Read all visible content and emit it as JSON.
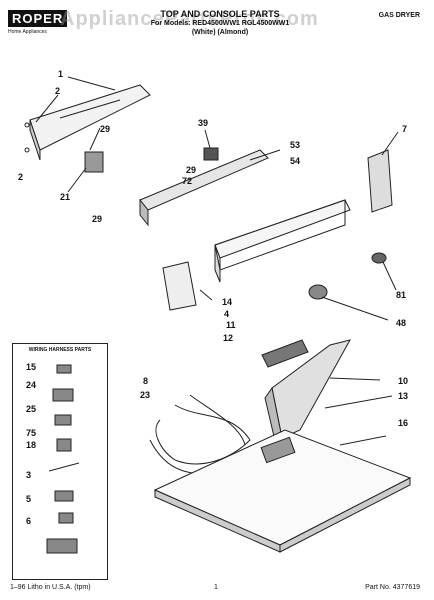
{
  "brand": {
    "logo_text": "ROPER",
    "sub_text": "Home Appliances"
  },
  "header": {
    "title": "TOP AND CONSOLE PARTS",
    "line2": "For Models: RED4500WW1 RGL4500WW1",
    "line3": "(White)      (Almond)"
  },
  "product_type": "GAS DRYER",
  "watermark": "AppliancePartsPros.com",
  "harness": {
    "title": "WIRING HARNESS PARTS",
    "items": [
      "15",
      "24",
      "25",
      "75",
      "18",
      "3",
      "5",
      "6"
    ]
  },
  "callouts": [
    {
      "id": "c1",
      "label": "1"
    },
    {
      "id": "c2a",
      "label": "2"
    },
    {
      "id": "c29a",
      "label": "29"
    },
    {
      "id": "c2b",
      "label": "2"
    },
    {
      "id": "c21",
      "label": "21"
    },
    {
      "id": "c29b",
      "label": "29"
    },
    {
      "id": "c39",
      "label": "39"
    },
    {
      "id": "c29c",
      "label": "29"
    },
    {
      "id": "c72",
      "label": "72"
    },
    {
      "id": "c53",
      "label": "53"
    },
    {
      "id": "c54",
      "label": "54"
    },
    {
      "id": "c7",
      "label": "7"
    },
    {
      "id": "c81",
      "label": "81"
    },
    {
      "id": "c48",
      "label": "48"
    },
    {
      "id": "c14",
      "label": "14"
    },
    {
      "id": "c4",
      "label": "4"
    },
    {
      "id": "c11",
      "label": "11"
    },
    {
      "id": "c12",
      "label": "12"
    },
    {
      "id": "c8",
      "label": "8"
    },
    {
      "id": "c23",
      "label": "23"
    },
    {
      "id": "c10",
      "label": "10"
    },
    {
      "id": "c13",
      "label": "13"
    },
    {
      "id": "c16",
      "label": "16"
    }
  ],
  "footer": {
    "left": "1–96 Litho in U.S.A. (tpm)",
    "center": "1",
    "right": "Part No. 4377619"
  }
}
